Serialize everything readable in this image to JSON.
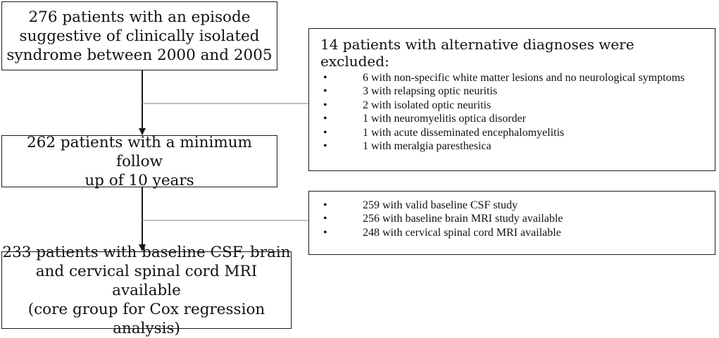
{
  "nodes": {
    "start": {
      "lines": [
        "276 patients with an episode",
        "suggestive of clinically isolated",
        "syndrome between 2000 and 2005"
      ]
    },
    "followup": {
      "lines": [
        "262 patients with a minimum follow",
        "up of 10 years"
      ]
    },
    "final": {
      "lines": [
        "233 patients with baseline CSF, brain",
        "and cervical spinal cord MRI available",
        "(core group for Cox regression analysis)"
      ]
    }
  },
  "exclusion": {
    "title": "14 patients with alternative diagnoses were excluded:",
    "items": [
      "6 with non-specific white matter lesions and no neurological symptoms",
      "3 with relapsing optic neuritis",
      "2 with isolated optic neuritis",
      "1 with neuromyelitis optica disorder",
      "1 with acute disseminated encephalomyelitis",
      "1 with meralgia paresthesica"
    ]
  },
  "availability": {
    "items": [
      "259 with valid baseline CSF study",
      "256 with baseline brain MRI study available",
      "248 with cervical spinal cord MRI available"
    ]
  },
  "colors": {
    "line": "#1a1a1a",
    "branch": "#999999"
  }
}
